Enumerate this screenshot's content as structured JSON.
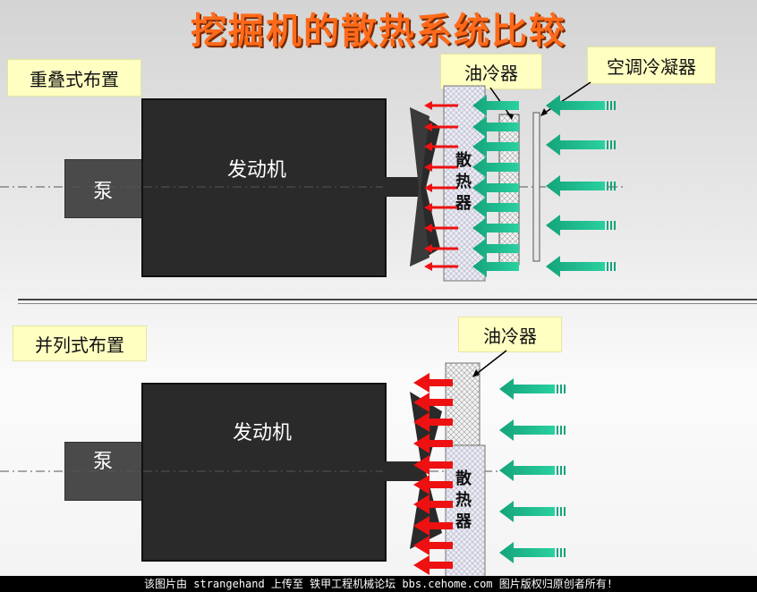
{
  "title": "挖掘机的散热系统比较",
  "top": {
    "layout_label": "重叠式布置",
    "engine_label": "发动机",
    "pump_label": "泵",
    "oil_cooler_label": "油冷器",
    "ac_condenser_label": "空调冷凝器",
    "radiator_label": [
      "散",
      "热",
      "器"
    ]
  },
  "bottom": {
    "layout_label": "并列式布置",
    "engine_label": "发动机",
    "pump_label": "泵",
    "oil_cooler_label": "油冷器",
    "radiator_label": [
      "散",
      "热",
      "器"
    ]
  },
  "footer": "该图片由 strangehand 上传至 铁甲工程机械论坛 bbs.cehome.com 图片版权归原创者所有!",
  "colors": {
    "title": "#ff6a1a",
    "label_bg": "#ffffc2",
    "engine": "#2a2a2a",
    "pump": "#4a4a4a",
    "hot_arrow": "#ee1111",
    "cool_arrow": "#1fbf8f"
  }
}
